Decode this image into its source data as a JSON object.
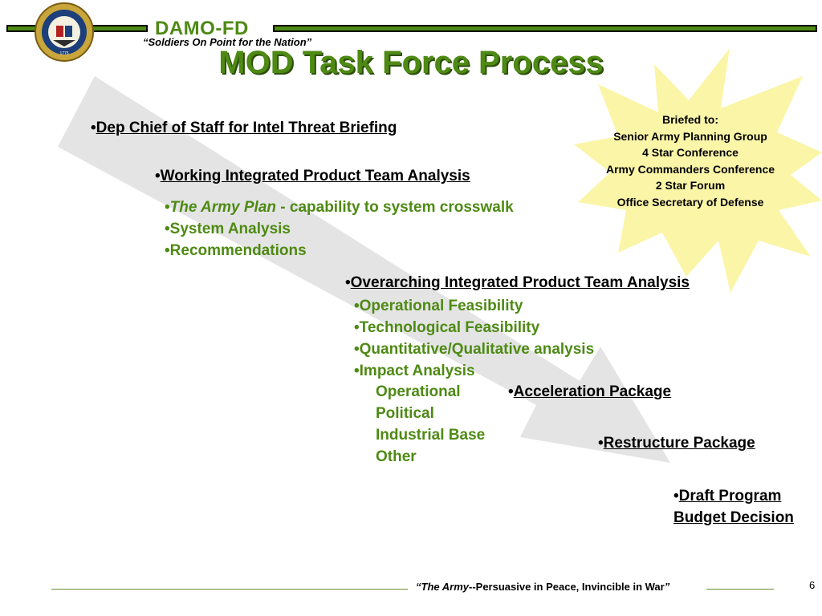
{
  "header": {
    "brand": "DAMO-FD",
    "motto": "“Soldiers On Point for the Nation”",
    "title": "MOD Task Force Process"
  },
  "colors": {
    "accent": "#4e8a14",
    "star": "#fbf5a8",
    "arrow": "#e4e4e4"
  },
  "seal_icon": "army-seal-icon",
  "briefed": {
    "heading": "Briefed to:",
    "items": [
      "Senior Army Planning Group",
      "4 Star Conference",
      "Army Commanders Conference",
      "2 Star Forum",
      "Office Secretary of Defense"
    ]
  },
  "steps": {
    "step1": "Dep Chief of Staff for Intel Threat Briefing",
    "step2": "Working Integrated Product Team Analysis",
    "step2_items": {
      "army_plan": "The Army Plan",
      "army_plan_rest": " - capability to system crosswalk",
      "system": "System Analysis",
      "recommendations": "Recommendations"
    },
    "step3": "Overarching Integrated Product Team Analysis",
    "step3_items": [
      "Operational Feasibility",
      "Technological Feasibility",
      "Quantitative/Qualitative analysis",
      "Impact Analysis"
    ],
    "impact_items": [
      "Operational",
      "Political",
      "Industrial Base",
      "Other"
    ],
    "step4": "Acceleration Package",
    "step5": "Restructure Package",
    "step6_line1": "Draft Program",
    "step6_line2": "Budget Decision"
  },
  "bullet": "•",
  "footer": {
    "quote_open": "“",
    "army": "The Army",
    "rest": "--Persuasive in Peace, Invincible in War",
    "quote_close": "”",
    "page": "6"
  }
}
